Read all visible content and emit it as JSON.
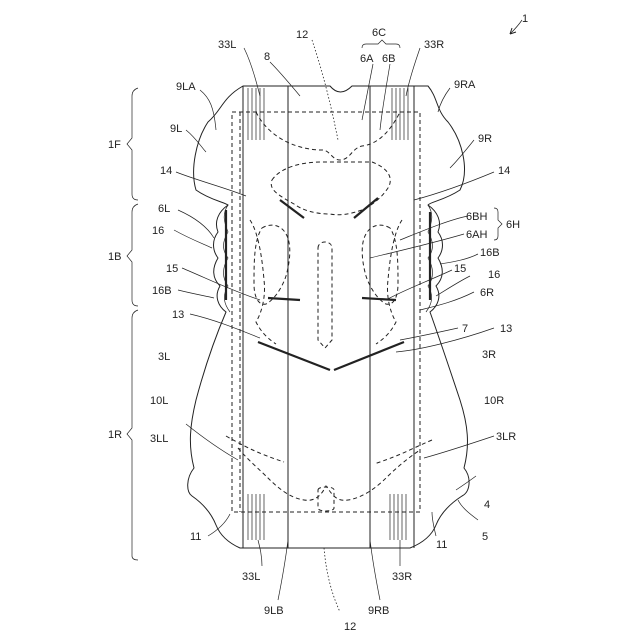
{
  "labels": {
    "fig": "1",
    "l12_top": "12",
    "l6C": "6C",
    "l6A": "6A",
    "l6B": "6B",
    "l33L_top": "33L",
    "l33R_top": "33R",
    "l8": "8",
    "l9LA": "9LA",
    "l9RA": "9RA",
    "l1F": "1F",
    "l9L": "9L",
    "l9R": "9R",
    "l14L": "14",
    "l14R": "14",
    "l6L": "6L",
    "l6BH": "6BH",
    "l6H": "6H",
    "l6AH": "6AH",
    "l1B": "1B",
    "l16L": "16",
    "l16BR": "16B",
    "l15L": "15",
    "l15R": "15",
    "l16R": "16",
    "l16BL": "16B",
    "l6R": "6R",
    "l13L": "13",
    "l7": "7",
    "l13R": "13",
    "l3L": "3L",
    "l3R": "3R",
    "l10L": "10L",
    "l10R": "10R",
    "l1R": "1R",
    "l3LL": "3LL",
    "l3LR": "3LR",
    "l4": "4",
    "l11L": "11",
    "l5": "5",
    "l11R": "11",
    "l33L_bot": "33L",
    "l33R_bot": "33R",
    "l9LB": "9LB",
    "l9RB": "9RB",
    "l12_bot": "12"
  }
}
